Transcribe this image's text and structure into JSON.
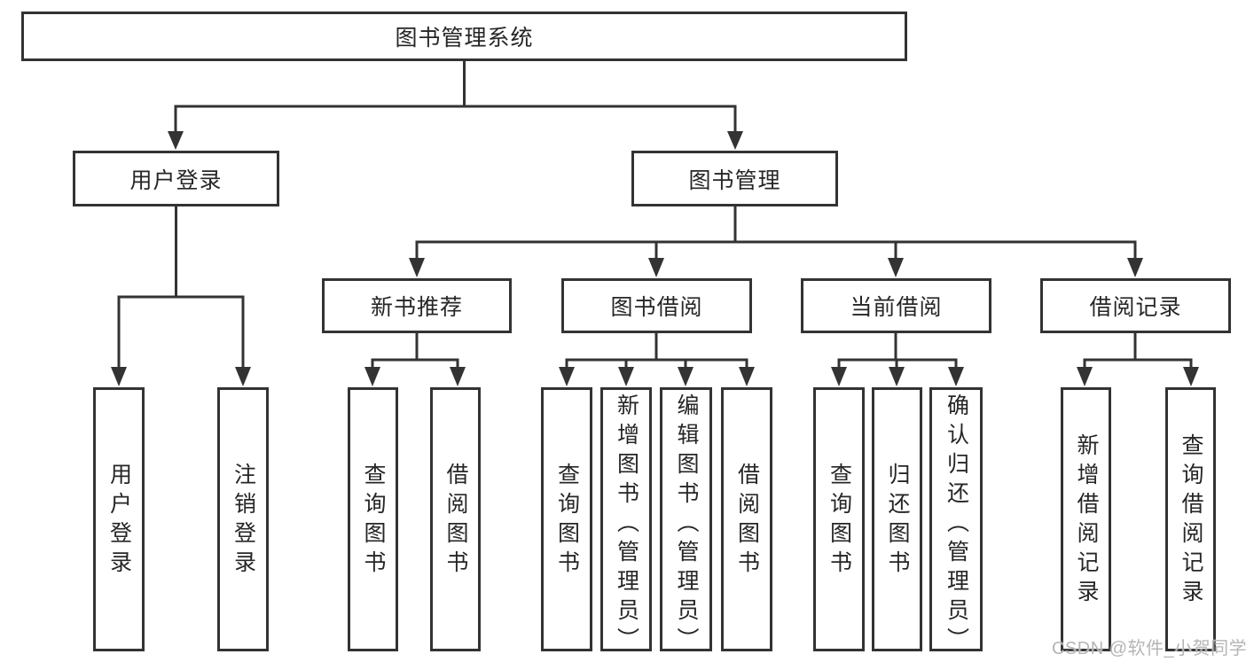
{
  "diagram": {
    "root": {
      "label": "图书管理系统"
    },
    "user_login": {
      "label": "用户登录",
      "children": [
        {
          "label": "用户登录"
        },
        {
          "label": "注销登录"
        }
      ]
    },
    "book_mgmt": {
      "label": "图书管理"
    },
    "sections": [
      {
        "label": "新书推荐",
        "children": [
          {
            "label": "查询图书"
          },
          {
            "label": "借阅图书"
          }
        ]
      },
      {
        "label": "图书借阅",
        "children": [
          {
            "label": "查询图书"
          },
          {
            "label": "新增图书（管理员）"
          },
          {
            "label": "编辑图书（管理员）"
          },
          {
            "label": "借阅图书"
          }
        ]
      },
      {
        "label": "当前借阅",
        "children": [
          {
            "label": "查询图书"
          },
          {
            "label": "归还图书"
          },
          {
            "label": "确认归还（管理员）"
          }
        ]
      },
      {
        "label": "借阅记录",
        "children": [
          {
            "label": "新增借阅记录"
          },
          {
            "label": "查询借阅记录"
          }
        ]
      }
    ],
    "colors": {
      "line": "#333333",
      "text": "#262626",
      "background": "#ffffff",
      "watermark": "#b5b5b5"
    }
  },
  "watermark": {
    "text": "CSDN @软件_小贺同学"
  }
}
